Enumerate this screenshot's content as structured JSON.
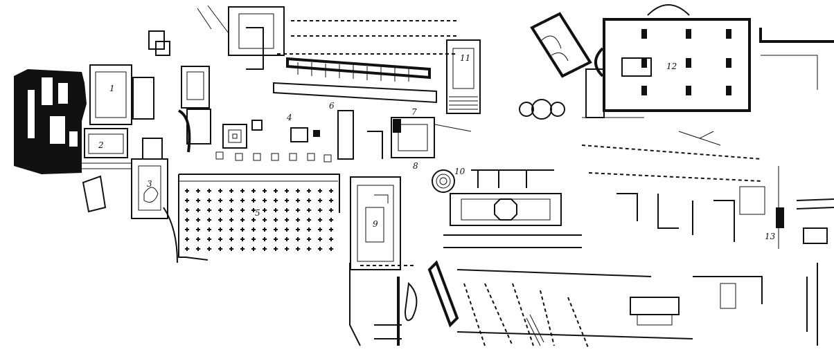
{
  "plan": {
    "colors": {
      "ink": "#111111",
      "paper": "#ffffff"
    },
    "labels": [
      "1",
      "2",
      "3",
      "4",
      "5",
      "6",
      "7",
      "8",
      "9",
      "10",
      "11",
      "12",
      "13"
    ]
  }
}
